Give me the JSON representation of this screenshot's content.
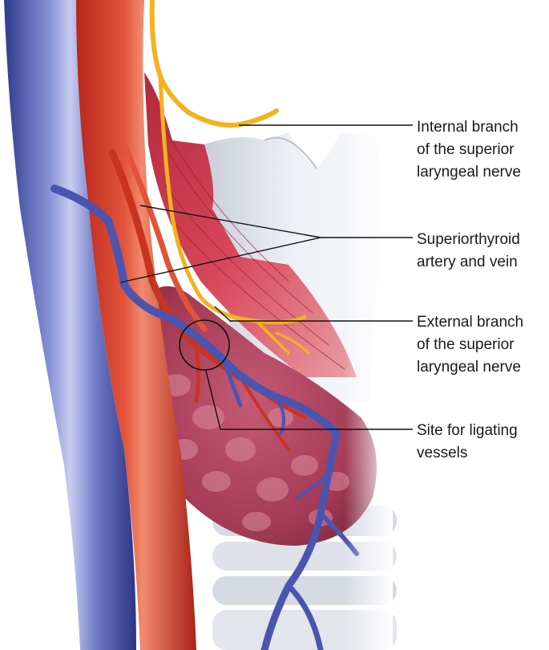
{
  "labels": {
    "internal_branch": [
      "Internal branch",
      "of the superior",
      "laryngeal nerve"
    ],
    "sup_thyroid": [
      "Superiorthyroid",
      "artery and vein"
    ],
    "external_branch": [
      "External branch",
      "of the superior",
      "laryngeal nerve"
    ],
    "ligation_site": [
      "Site for ligating",
      "vessels"
    ]
  },
  "colors": {
    "vein": "#5a63b4",
    "vein_light": "#b6bee8",
    "artery": "#d2402a",
    "artery_light": "#ef8a70",
    "nerve": "#f4b21c",
    "muscle": "#c9354a",
    "thyroid": "#a83a56",
    "cartilage": "#dde1ea",
    "leader": "#111111"
  }
}
